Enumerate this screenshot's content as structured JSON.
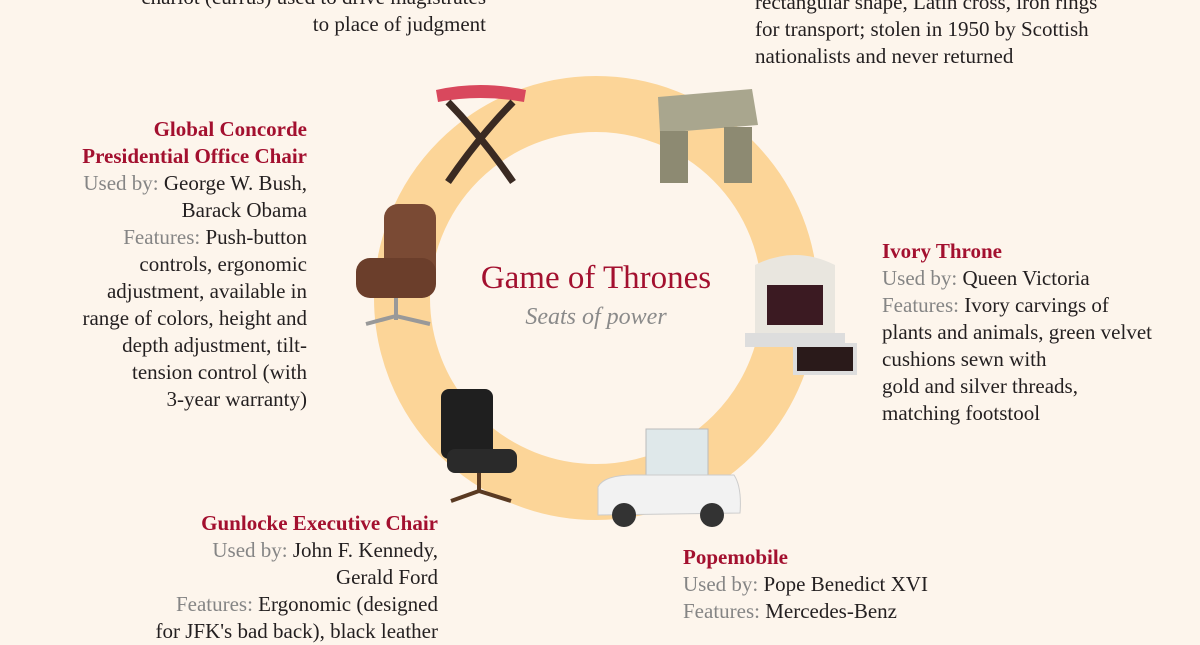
{
  "colors": {
    "background": "#fdf5ec",
    "ring": "#fcd598",
    "title_red": "#a3102f",
    "label_gray": "#858585"
  },
  "center": {
    "title": "Game of Thrones",
    "subtitle": "Seats of power"
  },
  "blocks": [
    {
      "id": "curule",
      "image": "curule-stool",
      "lines": [
        {
          "text": "chariot (currus) used to drive magistrates"
        },
        {
          "text": "to place of judgment"
        }
      ]
    },
    {
      "id": "stone-of-scone",
      "image": "stone-seat",
      "lines": [
        {
          "text": "rectangular shape, Latin cross, iron rings"
        },
        {
          "text": "for transport; stolen in 1950 by Scottish"
        },
        {
          "text": "nationalists and never returned"
        }
      ]
    },
    {
      "id": "global-concorde",
      "image": "brown-office-chair",
      "lines": [
        {
          "title": "Global Concorde"
        },
        {
          "title": "Presidential Office Chair"
        },
        {
          "label": "Used by:",
          "text": " George W. Bush,"
        },
        {
          "text": "Barack Obama"
        },
        {
          "label": "Features:",
          "text": " Push-button"
        },
        {
          "text": "controls, ergonomic"
        },
        {
          "text": "adjustment, available in"
        },
        {
          "text": "range of colors, height and"
        },
        {
          "text": "depth adjustment, tilt-"
        },
        {
          "text": "tension control (with"
        },
        {
          "text": "3-year warranty)"
        }
      ]
    },
    {
      "id": "ivory-throne",
      "image": "ivory-throne",
      "lines": [
        {
          "title": "Ivory Throne"
        },
        {
          "label": "Used by:",
          "text": " Queen Victoria"
        },
        {
          "label": "Features:",
          "text": " Ivory carvings of"
        },
        {
          "text": "plants and animals, green velvet"
        },
        {
          "text": "cushions sewn with"
        },
        {
          "text": "gold and silver threads,"
        },
        {
          "text": "matching footstool"
        }
      ]
    },
    {
      "id": "gunlocke",
      "image": "black-executive-chair",
      "lines": [
        {
          "title": "Gunlocke Executive Chair"
        },
        {
          "label": "Used by:",
          "text": " John F. Kennedy,"
        },
        {
          "text": "Gerald Ford"
        },
        {
          "label": "Features:",
          "text": " Ergonomic (designed"
        },
        {
          "text": "for JFK's bad back), black leather"
        }
      ]
    },
    {
      "id": "popemobile",
      "image": "popemobile-car",
      "lines": [
        {
          "title": "Popemobile"
        },
        {
          "label": "Used by:",
          "text": " Pope Benedict XVI"
        },
        {
          "label": "Features:",
          "text": " Mercedes-Benz"
        }
      ]
    }
  ]
}
